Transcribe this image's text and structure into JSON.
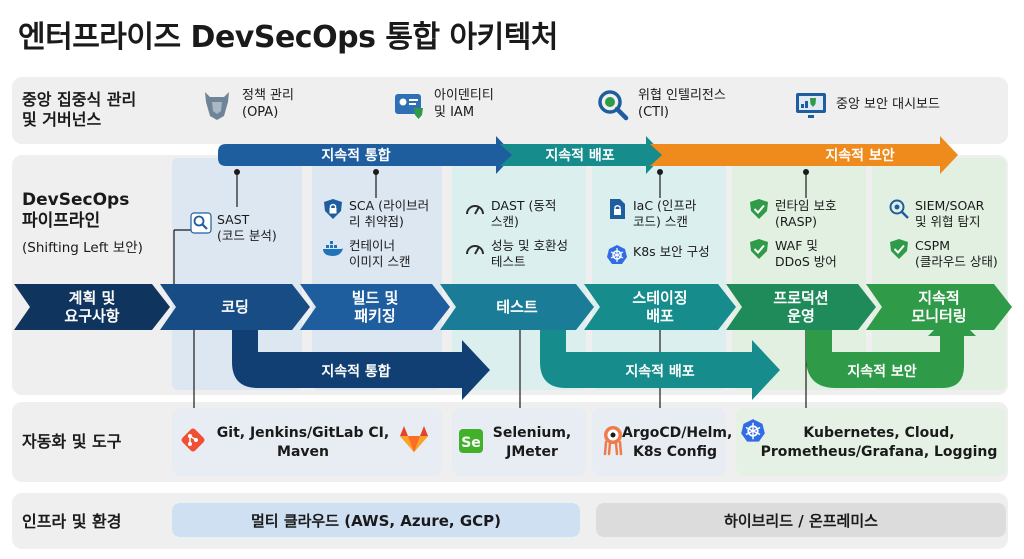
{
  "title": "엔터프라이즈 DevSecOps 통합 아키텍처",
  "rows": {
    "governance": "중앙 집중식 관리\n및 거버넌스",
    "pipeline": "DevSecOps\n파이프라인",
    "pipeline_sub": "(Shifting Left 보안)",
    "tools": "자동화 및 도구",
    "infra": "인프라 및 환경"
  },
  "governance_items": [
    {
      "icon": "opa-shield-icon",
      "text": "정책 관리\n(OPA)"
    },
    {
      "icon": "id-card-icon",
      "text": "아이덴티티\n및 IAM"
    },
    {
      "icon": "magnifier-icon",
      "text": "위협 인텔리전스\n(CTI)"
    },
    {
      "icon": "dashboard-monitor-icon",
      "text": "중앙 보안 대시보드"
    }
  ],
  "top_arrows": [
    "지속적 통합",
    "지속적 배포",
    "지속적 보안"
  ],
  "bottom_arrows": [
    "지속적 통합",
    "지속적 배포",
    "지속적 보안"
  ],
  "stages": [
    "계획 및\n요구사항",
    "코딩",
    "빌드 및\n패키징",
    "테스트",
    "스테이징\n배포",
    "프로덕션\n운영",
    "지속적\n모니터링"
  ],
  "features": [
    {
      "icon": "search-code-icon",
      "text": "SAST\n(코드 분석)"
    },
    {
      "icon": "shield-lock-icon",
      "text": "SCA (라이브러\n리 취약점)"
    },
    {
      "icon": "docker-icon",
      "text": "컨테이너\n이미지 스캔"
    },
    {
      "icon": "gauge-icon",
      "text": "DAST (동적\n스캔)"
    },
    {
      "icon": "gauge-icon",
      "text": "성능 및 호환성\n테스트"
    },
    {
      "icon": "file-lock-icon",
      "text": "IaC (인프라\n코드) 스캔"
    },
    {
      "icon": "kubernetes-icon",
      "text": "K8s 보안 구성"
    },
    {
      "icon": "shield-check-icon",
      "text": "런타임 보호\n(RASP)"
    },
    {
      "icon": "shield-check-icon",
      "text": "WAF 및\nDDoS 방어"
    },
    {
      "icon": "settings-search-icon",
      "text": "SIEM/SOAR\n및 위협 탐지"
    },
    {
      "icon": "shield-check-icon",
      "text": "CSPM\n(클라우드 상태)"
    }
  ],
  "tools": [
    {
      "icons": [
        "git-icon",
        "gitlab-icon"
      ],
      "text": "Git, Jenkins/GitLab CI,\nMaven"
    },
    {
      "icons": [
        "selenium-icon"
      ],
      "text": "Selenium,\nJMeter"
    },
    {
      "icons": [
        "argo-icon"
      ],
      "text": "ArgoCD/Helm,\nK8s Config"
    },
    {
      "icons": [
        "kubernetes-icon"
      ],
      "text": "Kubernetes, Cloud,\nPrometheus/Grafana, Logging"
    }
  ],
  "infra": [
    "멀티 클라우드 (AWS, Azure, GCP)",
    "하이브리드 / 온프레미스"
  ],
  "colors": {
    "navy": "#123f73",
    "blue": "#1f5e9e",
    "teal": "#168c8c",
    "green": "#2f9a48",
    "orange": "#ef8a1c",
    "dark_green": "#237a3a"
  }
}
